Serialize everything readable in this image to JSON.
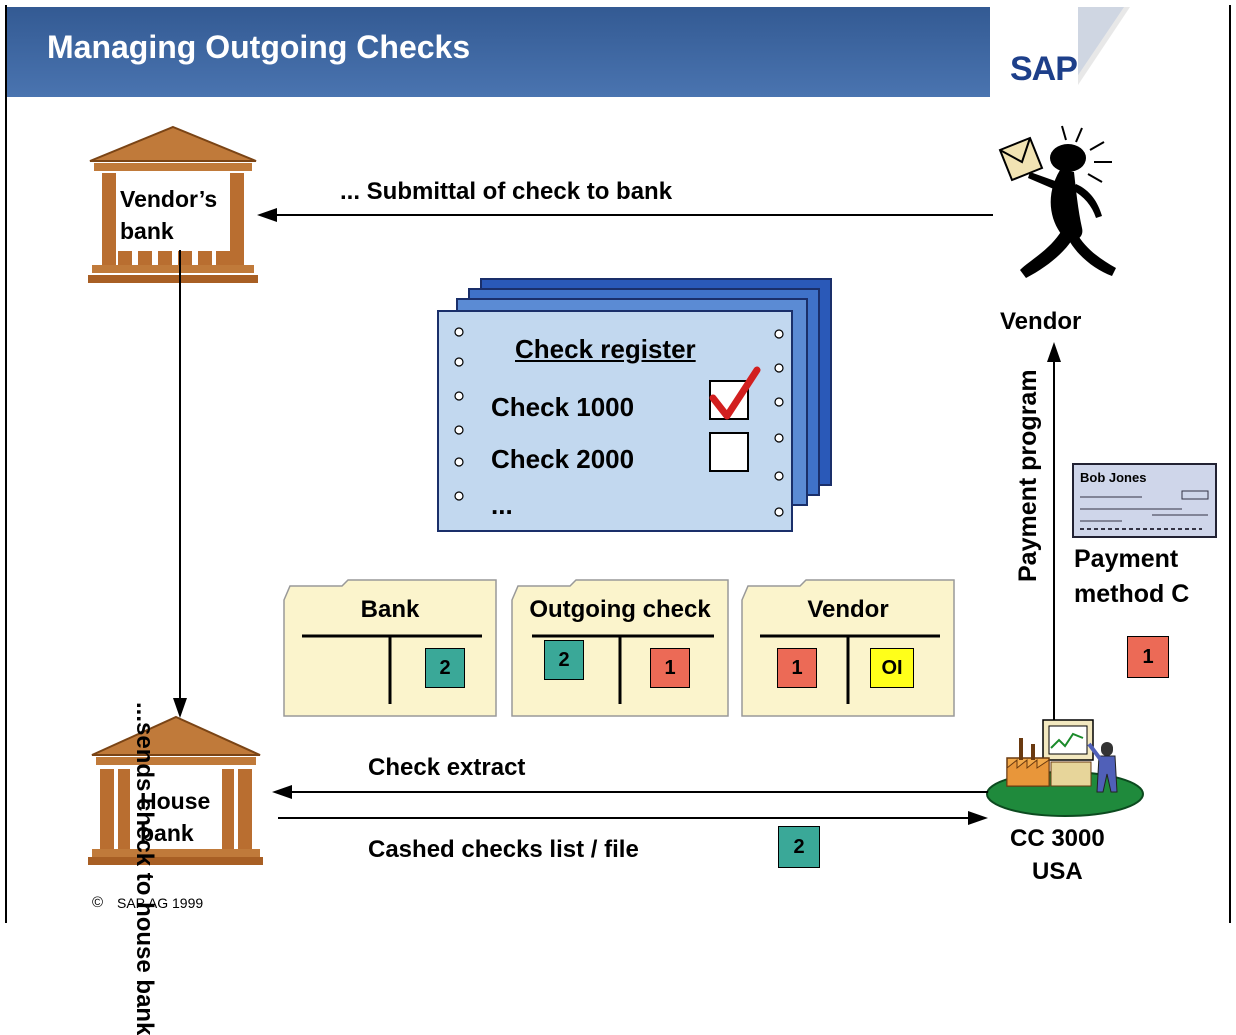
{
  "header": {
    "title": "Managing Outgoing Checks",
    "logo": "SAP"
  },
  "vendors_bank": {
    "label_line1": "Vendor’s",
    "label_line2": "bank"
  },
  "house_bank": {
    "label_line1": "House",
    "label_line2": "bank"
  },
  "vendor": {
    "label": "Vendor"
  },
  "company": {
    "line1": "CC 3000",
    "line2": "USA"
  },
  "flows": {
    "submittal": "... Submittal of check to bank",
    "sends": "...sends check to house bank",
    "payment_program": "Payment program",
    "check_extract": "Check extract",
    "cashed": "Cashed checks list / file"
  },
  "check_register": {
    "title": "Check register",
    "rows": [
      {
        "label": "Check 1000",
        "checked": true
      },
      {
        "label": "Check 2000",
        "checked": false
      }
    ],
    "ellipsis": "..."
  },
  "check_image": {
    "payee": "Bob Jones"
  },
  "payment_method": {
    "line1": "Payment",
    "line2": "method C",
    "step": "1"
  },
  "accounts": [
    {
      "title": "Bank",
      "left": "",
      "right": "2"
    },
    {
      "title": "Outgoing check",
      "left": "2",
      "right": "1"
    },
    {
      "title": "Vendor",
      "left": "1",
      "right": "OI"
    }
  ],
  "cashed_step": "2",
  "footer": {
    "copyright": "SAP AG 1999"
  },
  "colors": {
    "header": "#3d67a3",
    "folder": "#fbf4cc",
    "register": "#c2d8ef",
    "teal": "#3aa898",
    "red": "#ec6a56",
    "yellow": "#ffff1a"
  }
}
